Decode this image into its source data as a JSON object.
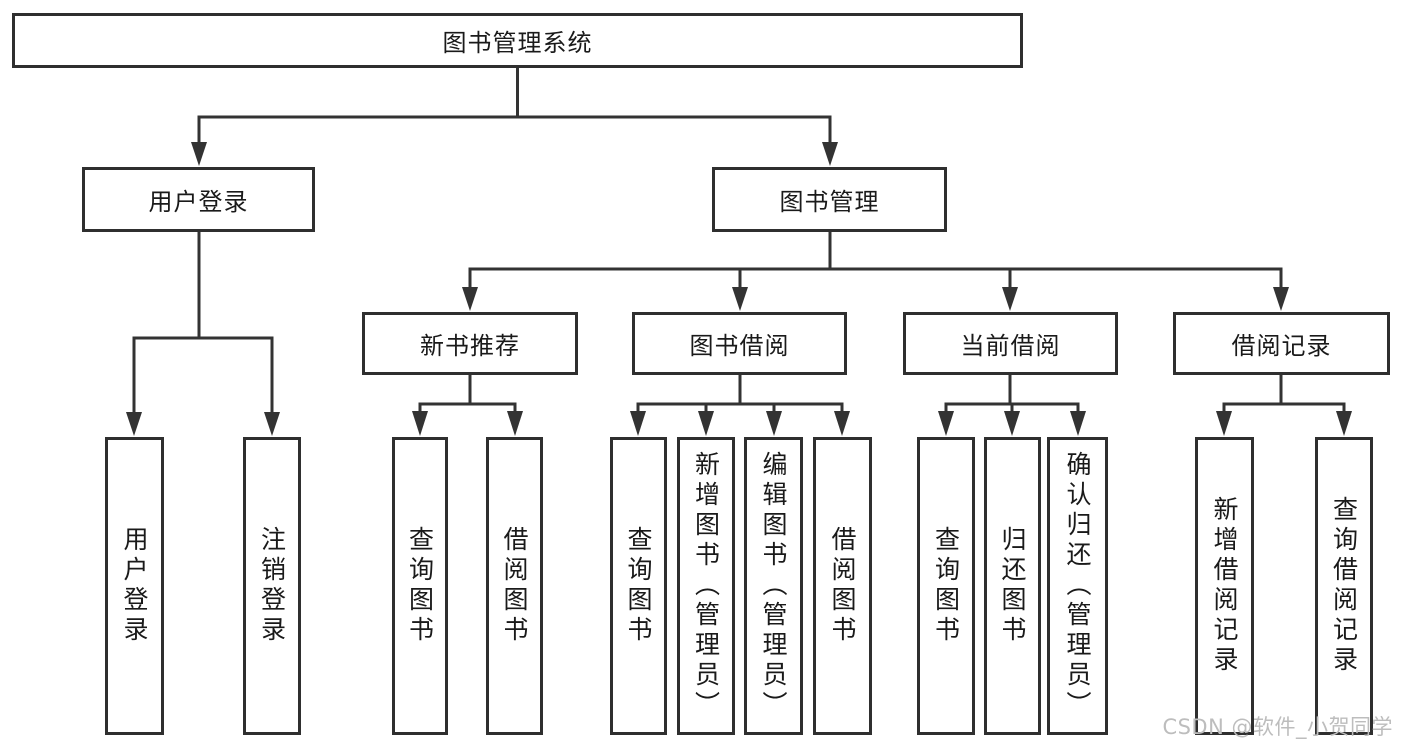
{
  "nodes": {
    "root": "图书管理系统",
    "user_login": "用户登录",
    "book_mgmt": "图书管理",
    "new_book_rec": "新书推荐",
    "book_borrow": "图书借阅",
    "current_borrow": "当前借阅",
    "borrow_records": "借阅记录"
  },
  "leaves": {
    "user_login": [
      "用户登录",
      "注销登录"
    ],
    "new_book_rec": [
      "查询图书",
      "借阅图书"
    ],
    "book_borrow": [
      "查询图书",
      "新增图书（管理员）",
      "编辑图书（管理员）",
      "借阅图书"
    ],
    "current_borrow": [
      "查询图书",
      "归还图书",
      "确认归还（管理员）"
    ],
    "borrow_records": [
      "新增借阅记录",
      "查询借阅记录"
    ]
  },
  "watermark": "CSDN @软件_小贺同学",
  "colors": {
    "line": "#333333",
    "border": "#2f2f2f",
    "text": "#1a1a1a",
    "watermark": "#bdbdbd",
    "background": "#ffffff"
  }
}
